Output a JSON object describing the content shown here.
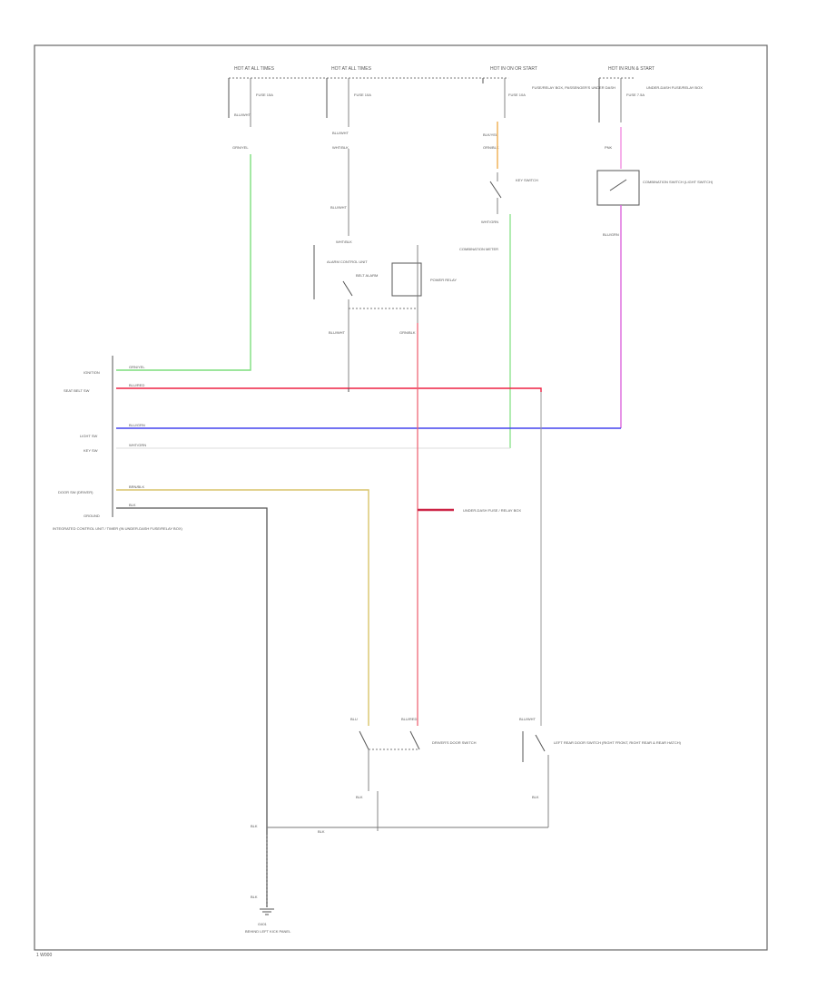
{
  "diagram": {
    "footer_code": "1 W000",
    "colors": {
      "green": "#7dde7d",
      "red": "#ee2244",
      "pink": "#f7a0a8",
      "blue": "#4444ee",
      "violet": "#dd66dd",
      "orange": "#f2b866",
      "yellow": "#d8c46a",
      "gray": "#555555"
    },
    "top_sources": [
      {
        "title": "HOT AT ALL TIMES",
        "fuse": "FUSE 15A",
        "wire": "BLU/WHT",
        "color_code": "GRN/YEL"
      },
      {
        "title": "HOT AT ALL TIMES",
        "fuse": "FUSE 10A",
        "wire": "BLU/WHT",
        "color_code": "WHT/BLK"
      },
      {
        "title": "HOT IN ON OR START",
        "fuse": "FUSE 10A",
        "wire": "BLK/YEL",
        "color_code": "ORN/BLK"
      },
      {
        "title": "HOT IN RUN & START",
        "fuse": "FUSE 7.5A",
        "wire": "",
        "color_code": "PNK"
      }
    ],
    "fuse_notes": [
      "FUSE/RELAY BOX, PASSENGER'S UNDER DASH",
      "UNDER-DASH FUSE/RELAY BOX"
    ],
    "components": {
      "key_switch": "KEY SWITCH",
      "combination_meter": "COMBINATION METER",
      "door_ajar_switch": "COMBINATION SWITCH (LIGHT SWITCH)",
      "relay_label": "BELT ALARM",
      "power_relay": "POWER RELAY",
      "inner_module": "ALARM CONTROL UNIT",
      "timer_module": "INTEGRATED CONTROL UNIT / TIMER (IN UNDER-DASH FUSE/RELAY BOX)",
      "driver_switch": "DRIVER'S DOOR SWITCH",
      "passenger_switch": "LEFT REAR DOOR SWITCH (RIGHT FRONT, RIGHT REAR & REAR HATCH)",
      "ground": "G401",
      "ground_location": "BEHIND LEFT KICK PANEL",
      "junction_note": "UNDER-DASH FUSE / RELAY BOX"
    },
    "wire_codes": {
      "ignition": "GRN/YEL",
      "seat_belt": "BLU/RED",
      "light_sw": "BLU/GRN",
      "key_sw": "WHT/GRN",
      "door_sw": "BRN/BLK",
      "ground_wire": "BLK",
      "relay_out": "WHT/BLK",
      "relay_in": "BLU/WHT",
      "door_wire_1": "BLU/WHT",
      "door_wire_2": "BLU",
      "door_wire_3": "BLU/RED",
      "ground_bus": "BLK",
      "power_wire": "GRN/BLK"
    },
    "connector_labels": [
      "IGNITION",
      "SEAT BELT SW",
      "LIGHT SW",
      "KEY SW",
      "DOOR SW (DRIVER)",
      "GROUND"
    ]
  }
}
